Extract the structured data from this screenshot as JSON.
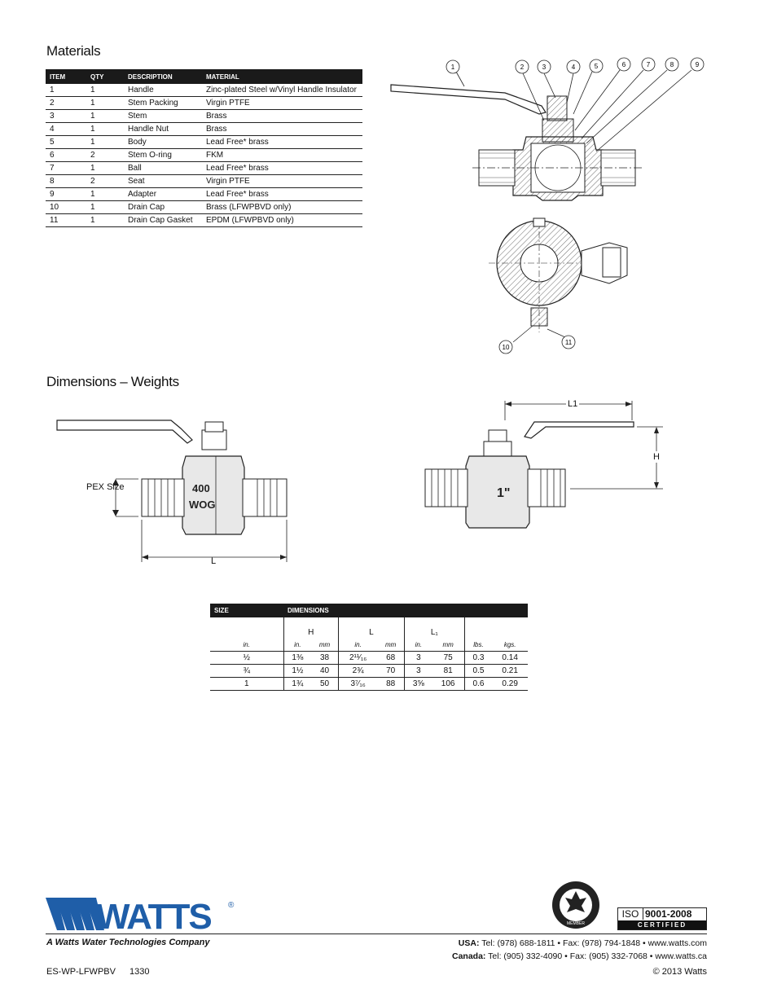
{
  "materials": {
    "title": "Materials",
    "headers": [
      "ITEM",
      "QTY",
      "DESCRIPTION",
      "MATERIAL"
    ],
    "rows": [
      [
        "1",
        "1",
        "Handle",
        "Zinc-plated Steel w/Vinyl Handle Insulator"
      ],
      [
        "2",
        "1",
        "Stem Packing",
        "Virgin PTFE"
      ],
      [
        "3",
        "1",
        "Stem",
        "Brass"
      ],
      [
        "4",
        "1",
        "Handle Nut",
        "Brass"
      ],
      [
        "5",
        "1",
        "Body",
        "Lead Free* brass"
      ],
      [
        "6",
        "2",
        "Stem O-ring",
        "FKM"
      ],
      [
        "7",
        "1",
        "Ball",
        "Lead Free* brass"
      ],
      [
        "8",
        "2",
        "Seat",
        "Virgin PTFE"
      ],
      [
        "9",
        "1",
        "Adapter",
        "Lead Free* brass"
      ],
      [
        "10",
        "1",
        "Drain Cap",
        "Brass (LFWPBVD only)"
      ],
      [
        "11",
        "1",
        "Drain Cap Gasket",
        "EPDM (LFWPBVD only)"
      ]
    ]
  },
  "callouts": [
    "1",
    "2",
    "3",
    "4",
    "5",
    "6",
    "7",
    "8",
    "9",
    "10",
    "11"
  ],
  "dimensions": {
    "title": "Dimensions – Weights",
    "header_size": "SIZE",
    "header_dims": "DIMENSIONS",
    "col_groups": [
      "H",
      "L",
      "L₁"
    ],
    "units": [
      "in.",
      "in.",
      "mm",
      "in.",
      "mm",
      "in.",
      "mm",
      "lbs.",
      "kgs."
    ],
    "rows": [
      [
        "½",
        "1⅜",
        "38",
        "2¹¹⁄₁₆",
        "68",
        "3",
        "75",
        "0.3",
        "0.14"
      ],
      [
        "¾",
        "1½",
        "40",
        "2¾",
        "70",
        "3",
        "81",
        "0.5",
        "0.21"
      ],
      [
        "1",
        "1¾",
        "50",
        "3⁷⁄₁₆",
        "88",
        "3⅝",
        "106",
        "0.6",
        "0.29"
      ]
    ]
  },
  "drawing_labels": {
    "pex_size": "PEX Size",
    "l": "L",
    "l1": "L1",
    "h": "H",
    "stamp_400": "400",
    "stamp_wog": "WOG",
    "stamp_1in": "1\""
  },
  "footer": {
    "brand": "WATTS",
    "registered": "®",
    "tagline": "A Watts Water Technologies Company",
    "usa_label": "USA:",
    "usa_text": "Tel: (978) 688-1811 • Fax: (978) 794-1848 • www.watts.com",
    "canada_label": "Canada:",
    "canada_text": "Tel: (905) 332-4090 • Fax: (905) 332-7068 • www.watts.ca",
    "doc_code": "ES-WP-LFWPBV",
    "doc_num": "1330",
    "copyright": "© 2013 Watts",
    "iso_prefix": "ISO",
    "iso_num": "9001-2008",
    "iso_cert": "CERTIFIED",
    "usgbc_member": "MEMBER"
  },
  "colors": {
    "brand_blue": "#1f5ea8",
    "header_bg": "#1a1a1a"
  }
}
